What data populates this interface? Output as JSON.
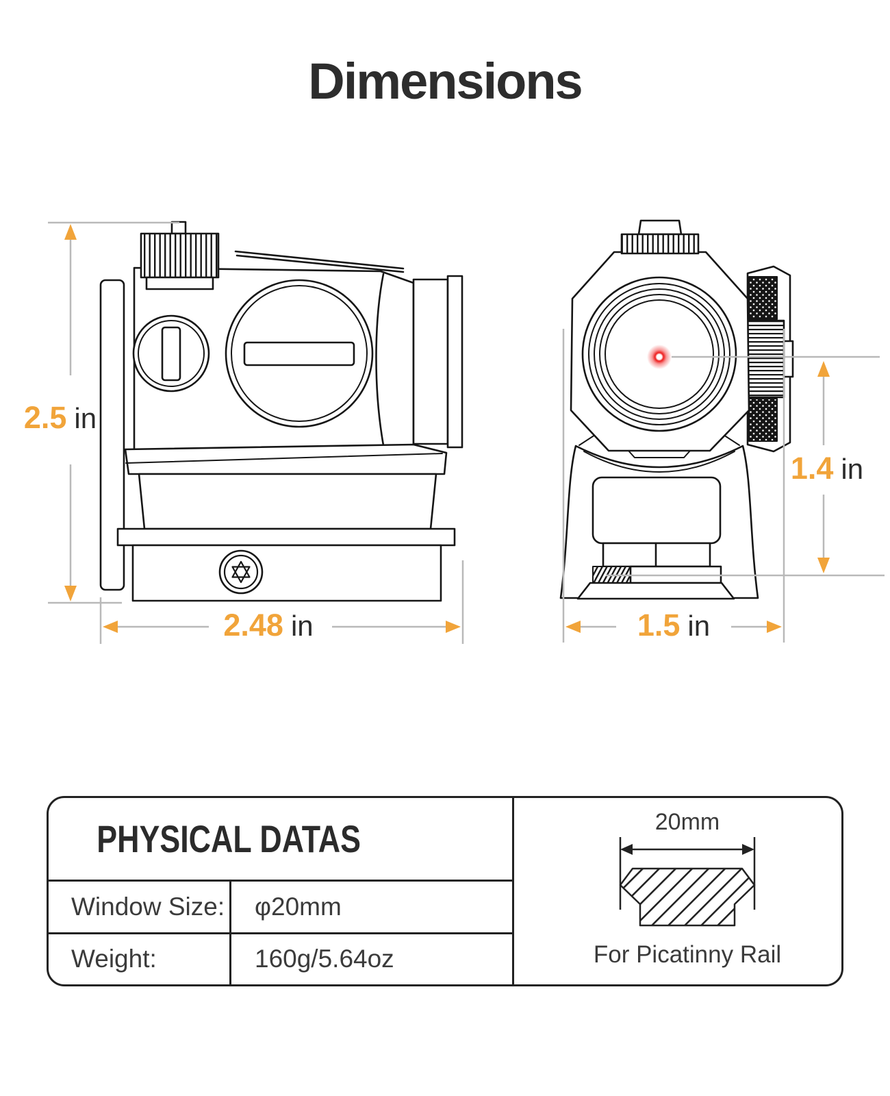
{
  "title": "Dimensions",
  "colors": {
    "accent_gold": "#F1A43A",
    "dimension_line_gray": "#B9B9B9",
    "drawing_ink": "#161616",
    "red_dot": "#EE1C1C"
  },
  "dimension_labels": {
    "side_height": {
      "value": "2.5",
      "unit": "in"
    },
    "side_width": {
      "value": "2.48",
      "unit": "in"
    },
    "front_height": {
      "value": "1.4",
      "unit": "in"
    },
    "front_width": {
      "value": "1.5",
      "unit": "in"
    }
  },
  "physical_table": {
    "header": "PHYSICAL DATAS",
    "rows": [
      {
        "label": "Window Size:",
        "value": "φ20mm"
      },
      {
        "label": "Weight:",
        "value": "160g/5.64oz"
      }
    ]
  },
  "rail_icon": {
    "width_label": "20mm",
    "caption": "For Picatinny Rail"
  }
}
